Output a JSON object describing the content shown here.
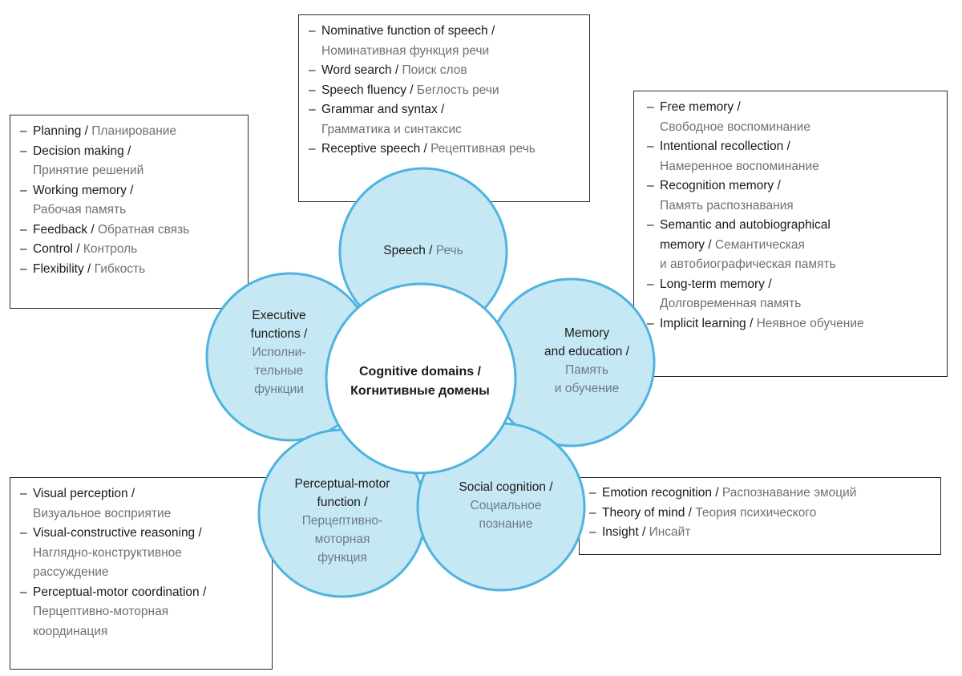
{
  "center": {
    "en": "Cognitive domains /",
    "ru": "Когнитивные домены"
  },
  "colors": {
    "petal_fill": "#c6e7f4",
    "petal_stroke": "#4fb3df",
    "center_fill": "#ffffff"
  },
  "petals": {
    "speech": {
      "en": "Speech /",
      "ru": "Речь"
    },
    "executive": {
      "en": [
        "Executive",
        "functions /"
      ],
      "ru": [
        "Исполни-",
        "тельные",
        "функции"
      ]
    },
    "memory": {
      "en": [
        "Memory",
        "and education /"
      ],
      "ru": [
        "Память",
        "и обучение"
      ]
    },
    "social": {
      "en": [
        "Social cognition /"
      ],
      "ru": [
        "Социальное",
        "познание"
      ]
    },
    "perceptual": {
      "en": [
        "Perceptual-motor",
        "function /"
      ],
      "ru": [
        "Перцептивно-",
        "моторная",
        "функция"
      ]
    }
  },
  "boxes": {
    "speech": [
      {
        "en": "Nominative function of speech /",
        "ru": "Номинативная функция речи",
        "ru_newline": true
      },
      {
        "en": "Word search /",
        "ru": "Поиск слов"
      },
      {
        "en": "Speech fluency /",
        "ru": "Беглость речи"
      },
      {
        "en": "Grammar and syntax /",
        "ru": "Грамматика и синтаксис",
        "ru_newline": true
      },
      {
        "en": "Receptive speech /",
        "ru": "Рецептивная речь"
      }
    ],
    "executive": [
      {
        "en": "Planning /",
        "ru": "Планирование"
      },
      {
        "en": "Decision making /",
        "ru": "Принятие решений",
        "ru_newline": true
      },
      {
        "en": "Working memory /",
        "ru": "Рабочая память",
        "ru_newline": true
      },
      {
        "en": "Feedback /",
        "ru": "Обратная связь"
      },
      {
        "en": "Control /",
        "ru": "Контроль"
      },
      {
        "en": "Flexibility /",
        "ru": "Гибкость"
      }
    ],
    "memory": [
      {
        "en": "Free memory /",
        "ru": "Свободное воспоминание",
        "ru_newline": true
      },
      {
        "en": "Intentional recollection /",
        "ru": "Намеренное воспоминание",
        "ru_newline": true
      },
      {
        "en": "Recognition memory /",
        "ru": "Память распознавания",
        "ru_newline": true
      },
      {
        "en": "Semantic and autobiographical memory /",
        "ru": "Семантическая и автобиографическая память",
        "en_break_after": "Semantic and autobiographical",
        "ru_break_after": "Семантическая"
      },
      {
        "en": "Long-term memory /",
        "ru": "Долговременная память",
        "ru_newline": true
      },
      {
        "en": "Implicit learning /",
        "ru": "Неявное обучение"
      }
    ],
    "social": [
      {
        "en": "Emotion recognition /",
        "ru": "Распознавание эмоций"
      },
      {
        "en": "Theory of mind /",
        "ru": "Теория психического"
      },
      {
        "en": "Insight /",
        "ru": "Инсайт"
      }
    ],
    "perceptual": [
      {
        "en": "Visual perception /",
        "ru": "Визуальное восприятие",
        "ru_newline": true
      },
      {
        "en": "Visual-constructive reasoning /",
        "ru": "Наглядно-конструктивное рассуждение",
        "ru_newline": true,
        "ru_break_after": "Наглядно-конструктивное"
      },
      {
        "en": "Perceptual-motor coordination /",
        "ru": "Перцептивно-моторная координация",
        "ru_newline": true,
        "ru_break_after": "Перцептивно-моторная"
      }
    ]
  }
}
